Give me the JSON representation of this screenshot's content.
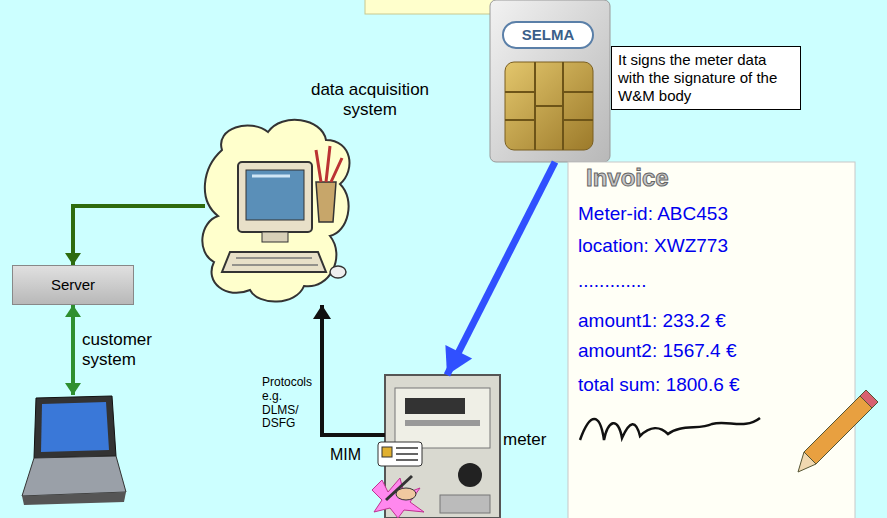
{
  "diagram": {
    "nodes": [
      {
        "text": [
          "SELMA"
        ]
      },
      {
        "text": [
          "It signs the meter data with the signature of the W&M body"
        ]
      },
      {
        "text": [
          "data acquisition system"
        ]
      },
      {
        "text": [
          "Server"
        ]
      },
      {
        "text": [
          "customer system"
        ]
      },
      {
        "text": [
          "meter"
        ]
      },
      {
        "text": [
          "Invoice",
          "Meter-id: ABC453",
          "location: XWZ773",
          ".............",
          "amount1: 233.2 €",
          "amount2: 1567.4 €",
          "total sum: 1800.6 €"
        ]
      }
    ],
    "edges": [
      {
        "from": 2,
        "to": 3,
        "arrow": "to"
      },
      {
        "from": 3,
        "to": 4,
        "arrow": "both"
      },
      {
        "from": 5,
        "to": 2,
        "arrow": "to"
      },
      {
        "from": 0,
        "to": 5,
        "arrow": "to"
      }
    ],
    "labels": [
      "Protocols e.g. DLMS/ DSFG",
      "MIM"
    ]
  }
}
